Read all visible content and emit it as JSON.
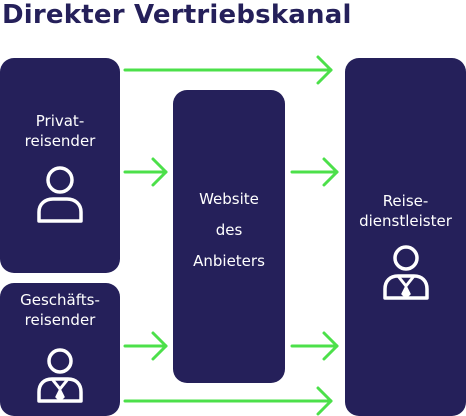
{
  "title": "Direkter Vertriebskanal",
  "nodes": {
    "private_traveler": {
      "line1": "Privat-",
      "line2": "reisender",
      "icon": "person-icon"
    },
    "business_traveler": {
      "line1": "Geschäfts-",
      "line2": "reisender",
      "icon": "businessperson-icon"
    },
    "website": {
      "line1": "Website",
      "line2": "des",
      "line3": "Anbieters"
    },
    "provider": {
      "line1": "Reise-",
      "line2": "dienstleister",
      "icon": "businessperson-icon"
    }
  },
  "colors": {
    "box": "#25205a",
    "arrow": "#4ce04a",
    "text_on_box": "#ffffff",
    "title": "#25205a"
  }
}
